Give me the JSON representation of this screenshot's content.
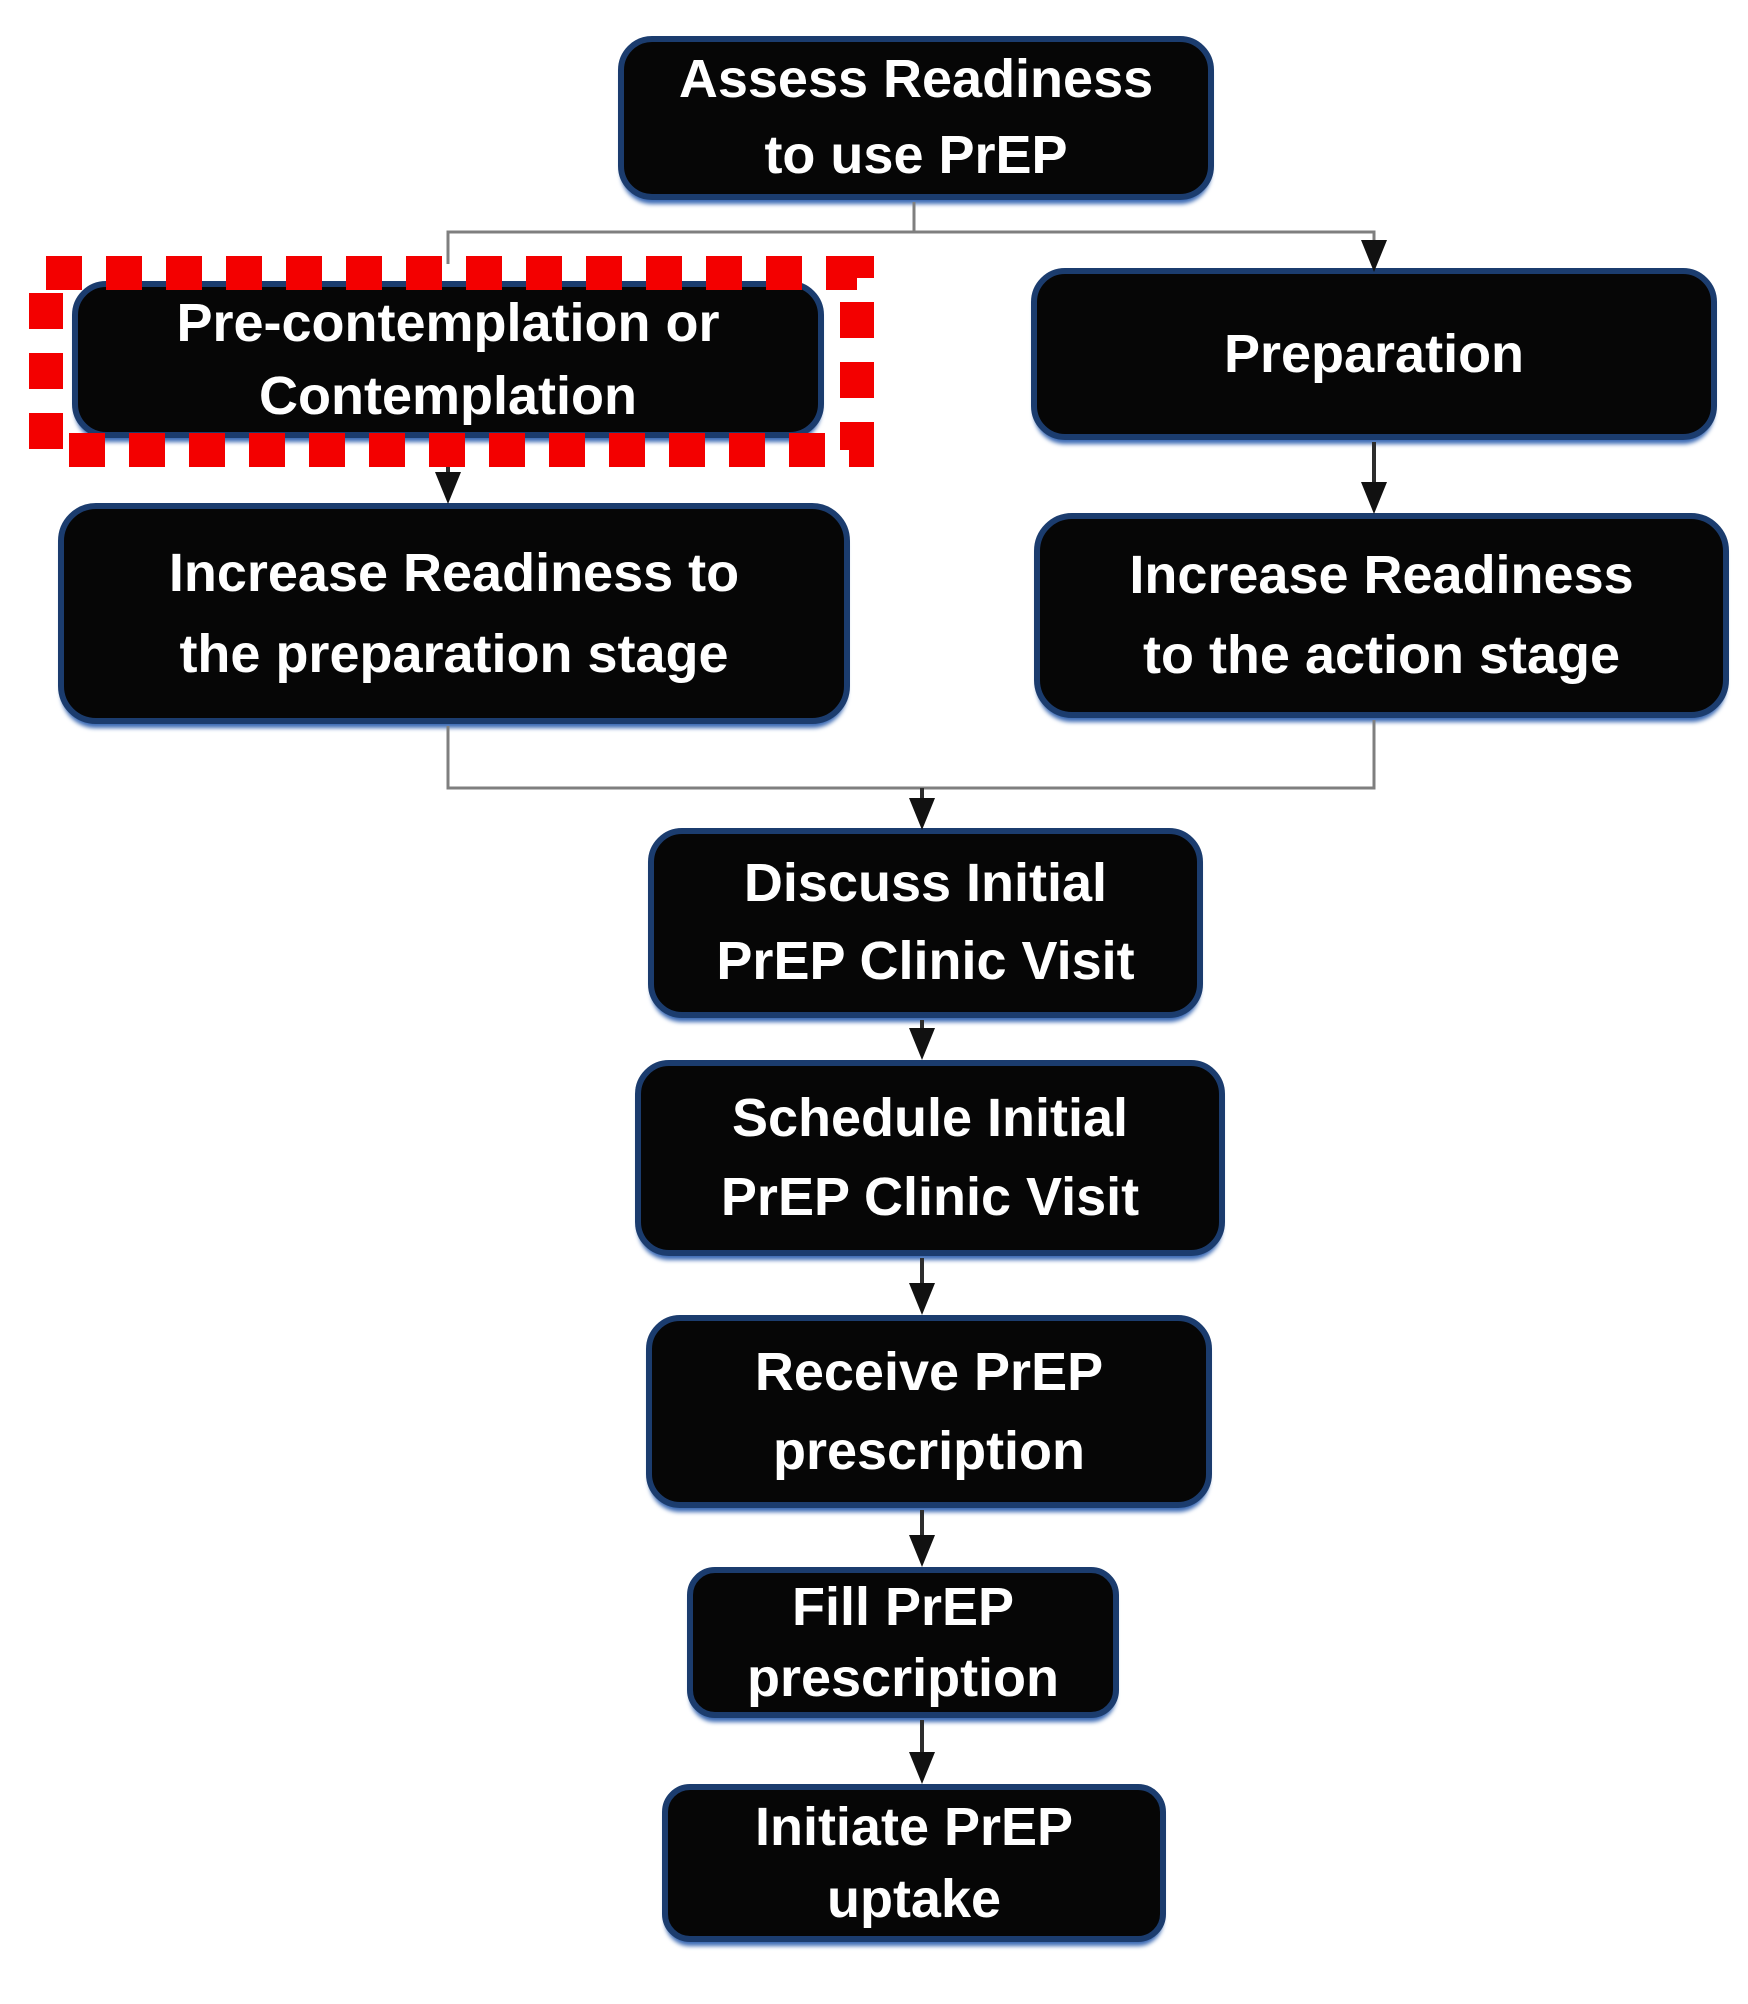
{
  "diagram": {
    "type": "flowchart",
    "nodes": [
      {
        "id": "assess",
        "lines": [
          "Assess Readiness",
          "to use PrEP"
        ],
        "highlighted": false
      },
      {
        "id": "precontemplation",
        "lines": [
          "Pre-contemplation or",
          "Contemplation"
        ],
        "highlighted": true
      },
      {
        "id": "preparation",
        "lines": [
          "Preparation"
        ],
        "highlighted": false
      },
      {
        "id": "increase_preparation",
        "lines": [
          "Increase Readiness to",
          "the preparation stage"
        ],
        "highlighted": false
      },
      {
        "id": "increase_action",
        "lines": [
          "Increase Readiness",
          "to the action stage"
        ],
        "highlighted": false
      },
      {
        "id": "discuss",
        "lines": [
          "Discuss Initial",
          "PrEP Clinic Visit"
        ],
        "highlighted": false
      },
      {
        "id": "schedule",
        "lines": [
          "Schedule Initial",
          "PrEP Clinic Visit"
        ],
        "highlighted": false
      },
      {
        "id": "receive",
        "lines": [
          "Receive PrEP",
          "prescription"
        ],
        "highlighted": false
      },
      {
        "id": "fill",
        "lines": [
          "Fill PrEP",
          "prescription"
        ],
        "highlighted": false
      },
      {
        "id": "initiate",
        "lines": [
          "Initiate PrEP",
          "uptake"
        ],
        "highlighted": false
      }
    ],
    "edges": [
      {
        "from": "assess",
        "to": "precontemplation",
        "style": "elbow"
      },
      {
        "from": "assess",
        "to": "preparation",
        "style": "elbow-arrow"
      },
      {
        "from": "precontemplation",
        "to": "increase_preparation",
        "style": "arrow"
      },
      {
        "from": "preparation",
        "to": "increase_action",
        "style": "arrow"
      },
      {
        "from": "increase_preparation",
        "to": "discuss",
        "style": "elbow-merge"
      },
      {
        "from": "increase_action",
        "to": "discuss",
        "style": "elbow-merge"
      },
      {
        "from": "discuss",
        "to": "schedule",
        "style": "arrow"
      },
      {
        "from": "schedule",
        "to": "receive",
        "style": "arrow"
      },
      {
        "from": "receive",
        "to": "fill",
        "style": "arrow"
      },
      {
        "from": "fill",
        "to": "initiate",
        "style": "arrow"
      }
    ]
  },
  "colors": {
    "background": "#ffffff",
    "node_fill": "#060606",
    "node_border": "#1b3c6e",
    "node_glow": "#3e6cb5",
    "node_text": "#ffffff",
    "highlight_red": "#f30000",
    "connector_gray": "#7f7f7f",
    "connector_dark": "#2d2d2d",
    "arrowhead": "#111111"
  }
}
